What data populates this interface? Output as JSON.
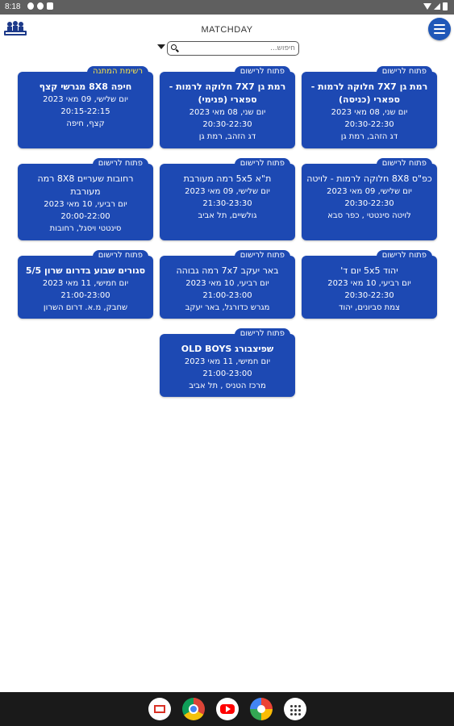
{
  "status_bar": {
    "time": "8:18"
  },
  "header": {
    "title": "MATCHDAY",
    "search_placeholder": "חיפוש..."
  },
  "cards": [
    {
      "badge": "פתוח לרישום",
      "title": "רמת גן 7X7 חלוקה לרמות - ספארי (כניסה)",
      "day": "יום שני, 08 מאי 2023",
      "time": "20:30-22:30",
      "location": "דג הזהב, רמת גן"
    },
    {
      "badge": "פתוח לרישום",
      "title": "רמת גן 7X7 חלוקה לרמות - ספארי (פנימי)",
      "day": "יום שני, 08 מאי 2023",
      "time": "20:30-22:30",
      "location": "דג הזהב, רמת גן"
    },
    {
      "badge": "רשימת המתנה",
      "title": "חיפה 8X8 מגרשי קצף",
      "day": "יום שלישי, 09 מאי 2023",
      "time": "20:15-22:15",
      "location": "קצף, חיפה"
    },
    {
      "badge": "פתוח לרישום",
      "title": "כפ\"ס 8X8 חלוקה לרמות - לויטה",
      "day": "יום שלישי, 09 מאי 2023",
      "time": "20:30-22:30",
      "location": "לויטה סינטטי , כפר סבא"
    },
    {
      "badge": "פתוח לרישום",
      "title": "ת\"א 5x5 רמה מעורבת",
      "day": "יום שלישי, 09 מאי 2023",
      "time": "21:30-23:30",
      "location": "גולשיים, תל אביב"
    },
    {
      "badge": "פתוח לרישום",
      "title": "רחובות שעריים 8X8 רמה מעורבת",
      "day": "יום רביעי, 10 מאי 2023",
      "time": "20:00-22:00",
      "location": "סינטטי ויסגל, רחובות"
    },
    {
      "badge": "פתוח לרישום",
      "title": "יהוד 5x5 יום ד'",
      "day": "יום רביעי, 10 מאי 2023",
      "time": "20:30-22:30",
      "location": "צמת סביונים, יהוד"
    },
    {
      "badge": "פתוח לרישום",
      "title": "באר יעקב 7x7 רמה גבוהה",
      "day": "יום רביעי, 10 מאי 2023",
      "time": "21:00-23:00",
      "location": "מגרש כדורגל, באר יעקב"
    },
    {
      "badge": "פתוח לרישום",
      "title": "סגורים שבוע בדרום שרון 5/5",
      "day": "יום חמישי, 11 מאי 2023",
      "time": "21:00-23:00",
      "location": "שחבק, מ.א. דרום השרון"
    },
    {
      "badge": "פתוח לרישום",
      "title": "שפיצבורג OLD BOYS",
      "day": "יום חמישי, 11 מאי 2023",
      "time": "21:00-23:00",
      "location": "מרכז הטניס , תל אביב"
    }
  ],
  "colors": {
    "card": "#1d49b3",
    "waitlist_badge_text": "#f4e04a",
    "menu_button": "#1f57b8"
  },
  "dock_apps": [
    "gmail-icon",
    "chrome-icon",
    "youtube-icon",
    "photos-icon",
    "app-drawer-icon"
  ]
}
